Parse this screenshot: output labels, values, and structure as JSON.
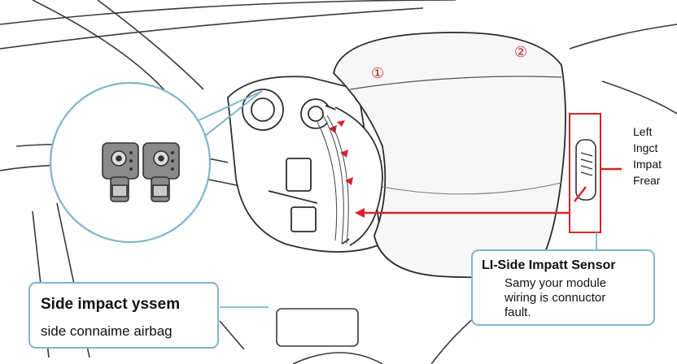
{
  "callouts": {
    "one": "①",
    "two": "②"
  },
  "sensor_labels": [
    "Left",
    "Ingct",
    "Impat",
    "Frear"
  ],
  "left_panel": {
    "title": "Side impact yssem",
    "subtitle": "side connaime airbag"
  },
  "right_panel": {
    "title": "LI-Side Impatt Sensor",
    "description_lines": [
      "Samy your module",
      "wiring is connuctor",
      "fault."
    ]
  },
  "colors": {
    "accent_red": "#d8232a",
    "callout_blue": "#7fb6c9",
    "line_gray": "#3a3a3a"
  }
}
